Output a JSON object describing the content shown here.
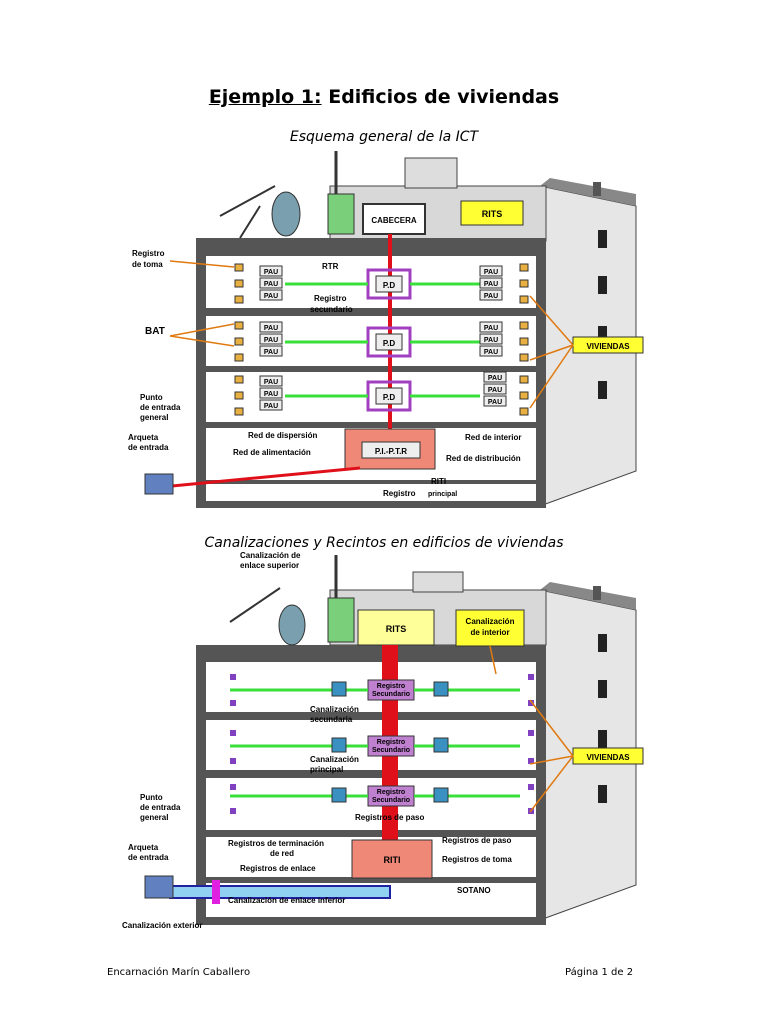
{
  "title": {
    "prefix": "Ejemplo 1:",
    "rest": " Edificios de viviendas"
  },
  "fig1": {
    "caption": "Esquema general de la ICT",
    "labels": {
      "cabecera": "CABECERA",
      "rits": "RITS",
      "registro_toma": "Registro\nde toma",
      "rtr": "RTR",
      "registro_secundario": "Registro\nsecundario",
      "bat": "BAT",
      "viviendas": "VIVIENDAS",
      "punto_entrada": "Punto\nde entrada\ngeneral",
      "arqueta": "Arqueta\nde entrada",
      "red_dispersion": "Red de dispersión",
      "red_alimentacion": "Red de alimentación",
      "red_interior": "Red de interior",
      "red_distribucion": "Red de distribución",
      "riti": "RITI",
      "registro": "Registro",
      "principal": "principal",
      "pau": "PAU",
      "pd": "P.D",
      "piptr": "P.I.-P.T.R"
    }
  },
  "fig2": {
    "caption": "Canalizaciones y Recintos en edificios de viviendas",
    "labels": {
      "canal_enlace_superior": "Canalización de\nenlace superior",
      "rits": "RITS",
      "canal_interior": "Canalización\nde interior",
      "registro_secundario_box": "Registro\nSecundario",
      "canal_secundaria": "Canalización\nsecundaria",
      "viviendas": "VIVIENDAS",
      "canal_principal": "Canalización\nprincipal",
      "registros_paso": "Registros de paso",
      "punto_entrada": "Punto\nde entrada\ngeneral",
      "arqueta": "Arqueta\nde entrada",
      "registros_terminacion": "Registros de terminación\nde red",
      "registros_enlace": "Registros de enlace",
      "riti": "RITI",
      "registros_paso_2": "Registros de paso",
      "registros_toma": "Registros de toma",
      "sotano": "SOTANO",
      "canal_enlace_inferior": "Canalización de enlace inferior",
      "canal_exterior": "Canalización exterior"
    }
  },
  "footer": {
    "author": "Encarnación Marín Caballero",
    "page": "Página 1 de 2"
  },
  "colors": {
    "red": "#e0101a",
    "green": "#3adf3a",
    "purple": "#a040c0",
    "orange": "#e07a10",
    "yellow": "#ffff33"
  }
}
